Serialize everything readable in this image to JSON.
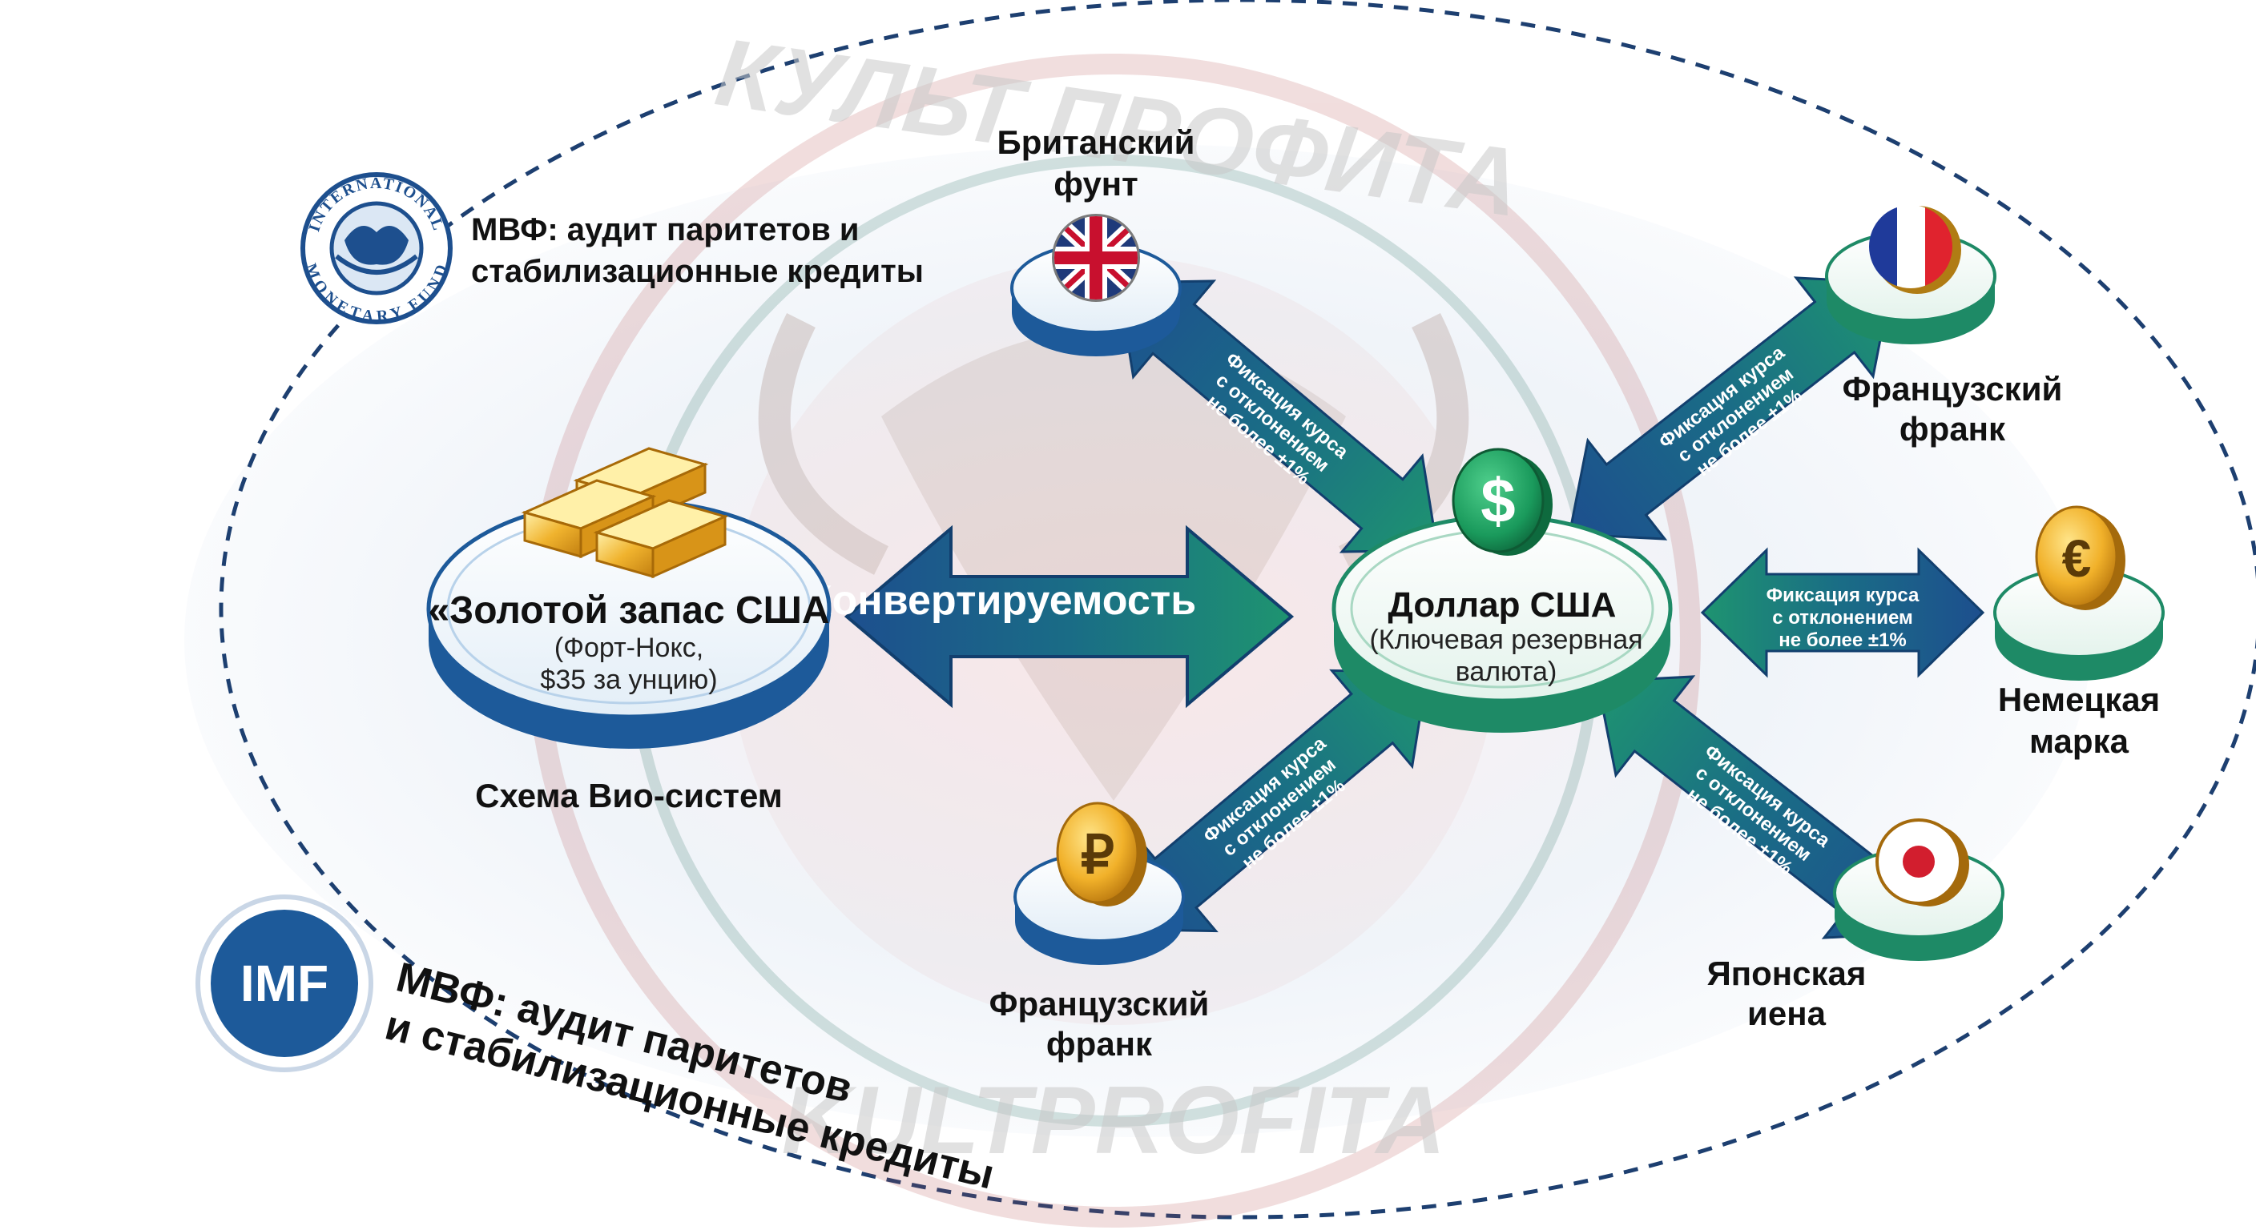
{
  "watermark": {
    "top": "КУЛЬТ ПРОФИТА",
    "bottom": "KULTPROFITA"
  },
  "imf": {
    "seal_text_top": "INTERNATIONAL",
    "seal_text_bottom": "MONETARY FUND",
    "top_label_line1": "МВФ: аудит паритетов и",
    "top_label_line2": "стабилизационные кредиты",
    "badge": "IMF",
    "bottom_label_line1": "МВФ: аудит паритетов",
    "bottom_label_line2": "и стабилизационные кредиты"
  },
  "gold": {
    "title": "«Золотой запас США",
    "subtitle_line1": "(Форт-Нокс,",
    "subtitle_line2": "$35 за унцию)",
    "caption": "Схема Вио-систем"
  },
  "convertibility_label": "Конвертируемость",
  "dollar": {
    "symbol": "$",
    "title": "Доллар США",
    "subtitle_line1": "(Ключевая резервная",
    "subtitle_line2": "валюта)"
  },
  "peg_text": {
    "line1": "Фиксация курса",
    "line2": "с отклонением",
    "line3": "не более ±1%"
  },
  "currencies": {
    "gbp": {
      "line1": "Британский",
      "line2": "фунт"
    },
    "frf_top": {
      "line1": "Французский",
      "line2": "франк"
    },
    "dem": {
      "line1": "Немецкая",
      "line2": "марка",
      "symbol": "€"
    },
    "jpy": {
      "line1": "Японская",
      "line2": "иена"
    },
    "frf_bottom": {
      "line1": "Французский",
      "line2": "франк",
      "symbol": "₽"
    }
  },
  "colors": {
    "blue": "#1e5a9a",
    "teal": "#1e8a66",
    "dashed_border": "#1d3f70",
    "gold": "#e8a81a"
  }
}
